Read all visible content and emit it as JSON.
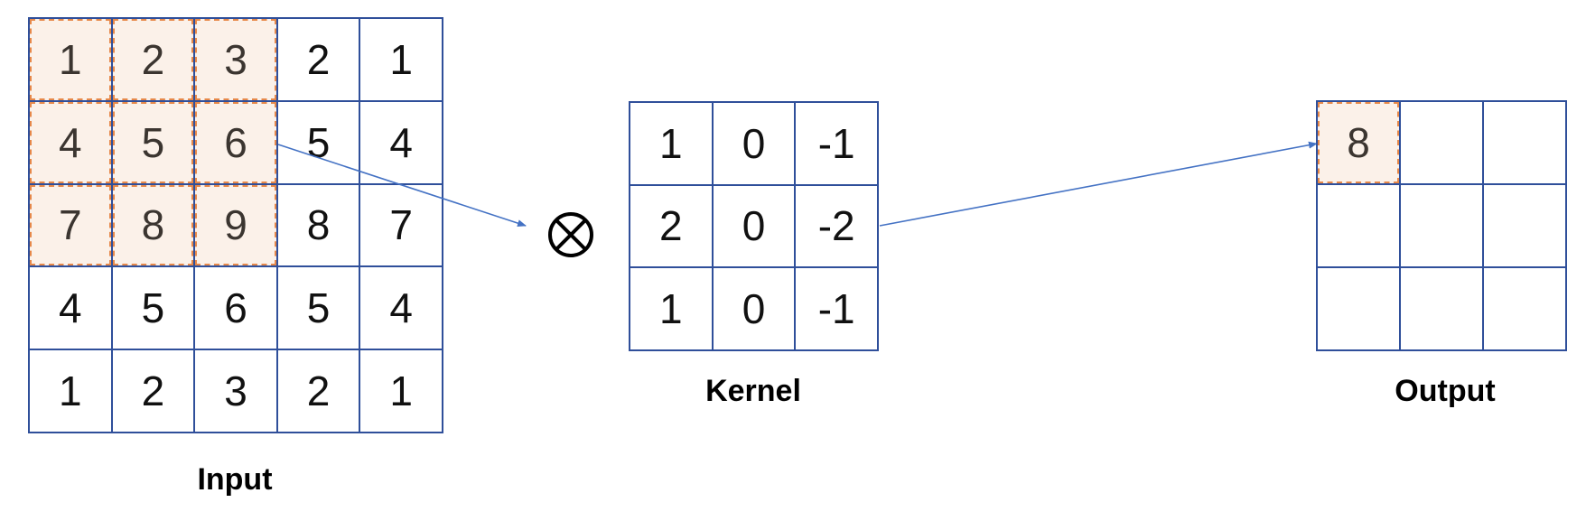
{
  "input": {
    "label": "Input",
    "rows": [
      [
        "1",
        "2",
        "3",
        "2",
        "1"
      ],
      [
        "4",
        "5",
        "6",
        "5",
        "4"
      ],
      [
        "7",
        "8",
        "9",
        "8",
        "7"
      ],
      [
        "4",
        "5",
        "6",
        "5",
        "4"
      ],
      [
        "1",
        "2",
        "3",
        "2",
        "1"
      ]
    ],
    "highlight_rows": 3,
    "highlight_cols": 3
  },
  "operator": {
    "symbol": "⊗",
    "icon": "circled-times-icon"
  },
  "kernel": {
    "label": "Kernel",
    "rows": [
      [
        "1",
        "0",
        "-1"
      ],
      [
        "2",
        "0",
        "-2"
      ],
      [
        "1",
        "0",
        "-1"
      ]
    ]
  },
  "output": {
    "label": "Output",
    "rows": [
      [
        "8",
        "",
        ""
      ],
      [
        "",
        "",
        ""
      ],
      [
        "",
        "",
        ""
      ]
    ],
    "highlight_rows": 1,
    "highlight_cols": 1
  },
  "colors": {
    "grid_line": "#2f4f9a",
    "highlight_fill": "#fbf1e9",
    "highlight_border": "#e7894a",
    "arrow": "#4472c4"
  }
}
